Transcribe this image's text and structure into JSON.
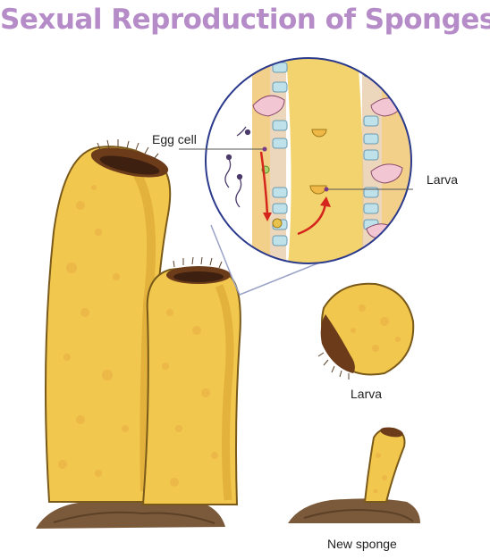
{
  "title": "Sexual Reproduction of Sponges",
  "labels": {
    "egg_cell": "Egg cell",
    "larva_zoom": "Larva",
    "larva": "Larva",
    "new_sponge": "New sponge"
  },
  "colors": {
    "title": "#b58cc8",
    "sponge_body": "#f2c74e",
    "sponge_outline": "#7a5a1a",
    "sponge_dark": "#d9a431",
    "pore": "#ecb848",
    "soil": "#7a5a3a",
    "zoom_ring": "#2b3a8c",
    "arrow": "#d4261c"
  }
}
